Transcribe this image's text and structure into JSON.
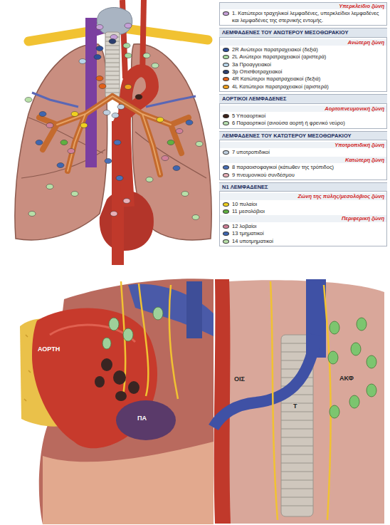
{
  "diagram": {
    "nodes": [
      {
        "text": [
          "ΛΕΜΦΑΔΕΝΕΣ ΤΟΥ ΑΝΩΤΕΡΟΥ ΜΕΣΟΘΩΡΑΚΙΟΥ"
        ]
      },
      {
        "text": [
          "ΑΟΡΤΙΚΟΙ ΛΕΜΦΑΔΕΝΕΣ"
        ]
      },
      {
        "text": [
          "ΛΕΜΦΑΔΕΝΕΣ ΤΟΥ ΚΑΤΩΤΕΡΟΥ ΜΕΣΟΘΩΡΑΚΙΟΥ"
        ]
      },
      {
        "text": [
          "N1 ΛΕΜΦΑΔΕΝΕΣ"
        ]
      }
    ],
    "labels": [
      "Υπερκλείδιο ζώνη",
      "Ανώτερη ζώνη",
      "Αορτοπνευμονική ζώνη",
      "Υποτροπιδική ζώνη",
      "Κατώτερη ζώνη",
      "Ζώνη της πύλης/μεσολόβιος ζώνη",
      "Περιφερική ζώνη",
      "ΑΟΡΤΗ",
      "ΠΑ",
      "ΟΙΣ",
      "Τ",
      "ΑΚΦ"
    ],
    "legend": [
      {
        "text": "1. Κατώτεροι τραχηλικοί λεμφαδένες, υπερκλείδιοι λεμφαδένες και λεμφαδένες της στερνικής εντομής.",
        "color": "#c6a0d8"
      },
      {
        "text": "2R Ανώτεροι παρατραχειακοί (δεξιά)",
        "color": "#2c4e9a"
      },
      {
        "text": "2L Ανώτεροι παρατραχειακοί (αριστερά)",
        "color": "#a8d8a0"
      },
      {
        "text": "3a Προαγγειακοί",
        "color": "#b8d4e8"
      },
      {
        "text": "3p Οπισθοτραχειακοί",
        "color": "#2a3d6e"
      },
      {
        "text": "4R Κατώτεροι παρατραχειακοί (δεξιά)",
        "color": "#e0601a"
      },
      {
        "text": "4L Κατώτεροι παρατραχειακοί (αριστερά)",
        "color": "#f0a020"
      },
      {
        "text": "5 Υποαορτικοί",
        "color": "#3a2018"
      },
      {
        "text": "6 Παραορτικοί (ανιούσα αορτή ή φρενικό νεύρο)",
        "color": "#b8e0b0"
      },
      {
        "text": "7 υποτροπιδικοί",
        "color": "#c0d0e0"
      },
      {
        "text": "8 παραοισοφαγικοί (κάτωθεν της τρόπιδος)",
        "color": "#4a70b8"
      },
      {
        "text": "9 πνευμονικού συνδέσμου",
        "color": "#e8b0b8"
      },
      {
        "text": "10 πυλαίοι",
        "color": "#f0d020"
      },
      {
        "text": "11 μεσολόβιοι",
        "color": "#60b040"
      },
      {
        "text": "12 λοβαίοι",
        "color": "#d08098"
      },
      {
        "text": "13 τμηματικοί",
        "color": "#3f66b0"
      },
      {
        "text": "14 υποτμηματικοί",
        "color": "#b8e0a8"
      }
    ]
  }
}
